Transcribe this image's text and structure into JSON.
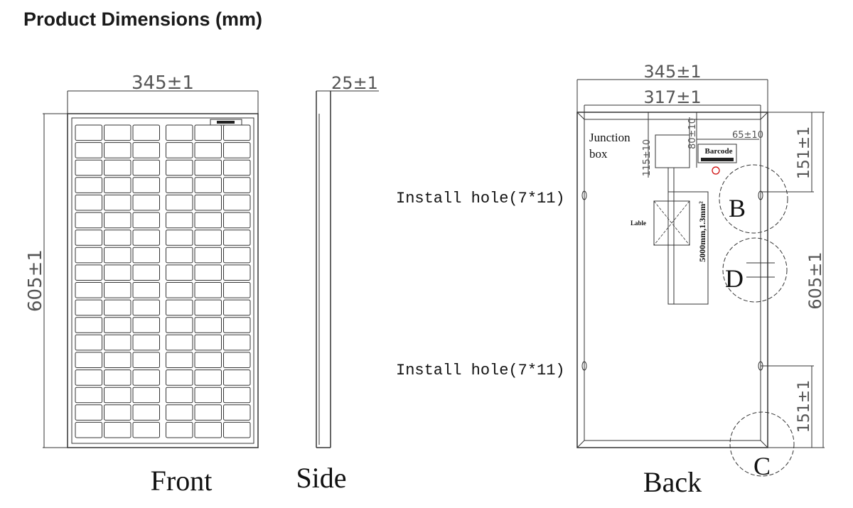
{
  "title": "Product Dimensions (mm)",
  "front": {
    "label": "Front",
    "width_dim": "345±1",
    "height_dim": "605±1",
    "cell_columns": 6,
    "cell_rows": 18
  },
  "side": {
    "label": "Side",
    "thickness_dim": "25±1"
  },
  "back": {
    "label": "Back",
    "width_dim": "345±1",
    "inner_width_dim": "317±1",
    "height_dim": "605±1",
    "top_hole_dim": "151±1",
    "bottom_hole_dim": "151±1",
    "junction_box_label": "Junction\nbox",
    "junction_box_line1": "Junction",
    "junction_box_line2": "box",
    "jb_height_dim": "115±10",
    "jb_width_dim": "80±10",
    "barcode_offset_dim": "65±10",
    "barcode_label": "Barcode",
    "lable_label": "Lable",
    "cable_label": "5000mm,1.3mm²",
    "install_hole_top": "Install hole(7*11)",
    "install_hole_bottom": "Install hole(7*11)",
    "detail_b": "B",
    "detail_c": "C",
    "detail_d": "D"
  }
}
